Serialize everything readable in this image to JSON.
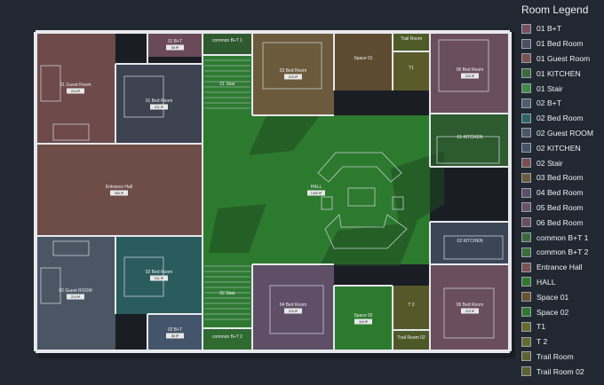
{
  "legend": {
    "title": "Room Legend",
    "items": [
      {
        "label": "01 B+T",
        "color": "#7a4e5e"
      },
      {
        "label": "01 Bed Room",
        "color": "#4a5062"
      },
      {
        "label": "01 Guest Room",
        "color": "#7a5050"
      },
      {
        "label": "01 KITCHEN",
        "color": "#3c6a3a"
      },
      {
        "label": "01 Stair",
        "color": "#3f8a44"
      },
      {
        "label": "02 B+T",
        "color": "#4d5e72"
      },
      {
        "label": "02 Bed Room",
        "color": "#2e6466"
      },
      {
        "label": "02 Guest ROOM",
        "color": "#4c5868"
      },
      {
        "label": "02 KITCHEN",
        "color": "#45546a"
      },
      {
        "label": "02 Stair",
        "color": "#7a4f52"
      },
      {
        "label": "03 Bed Room",
        "color": "#6b5a3c"
      },
      {
        "label": "04 Bed Room",
        "color": "#5e4e66"
      },
      {
        "label": "05 Bed Room",
        "color": "#6a5068"
      },
      {
        "label": "06 Bed Room",
        "color": "#6a4e5e"
      },
      {
        "label": "common B+T 1",
        "color": "#3d6a3d"
      },
      {
        "label": "common B+T 2",
        "color": "#3a6e3a"
      },
      {
        "label": "Entrance Hall",
        "color": "#7a5450"
      },
      {
        "label": "HALL",
        "color": "#2f7a30"
      },
      {
        "label": "Space 01",
        "color": "#6b5230"
      },
      {
        "label": "Space 02",
        "color": "#2f7a30"
      },
      {
        "label": "T1",
        "color": "#6a6a2a"
      },
      {
        "label": "T 2",
        "color": "#676a2e"
      },
      {
        "label": "Trail Room",
        "color": "#5e6230"
      },
      {
        "label": "Trail Room 02",
        "color": "#5a6230"
      }
    ]
  },
  "plan": {
    "rooms": [
      {
        "label": "01 B+T",
        "area": "56 ft²",
        "fill": "#6a4a58"
      },
      {
        "label": "common B+T 1",
        "area": "",
        "fill": "#2f5a30"
      },
      {
        "label": "01 Stair",
        "area": "",
        "fill": "#2e7a33"
      },
      {
        "label": "03 Bed Room",
        "area": "210 ft²",
        "fill": "#6b5a3c"
      },
      {
        "label": "Space 01",
        "area": "",
        "fill": "#5e4a30"
      },
      {
        "label": "Trail Room",
        "area": "",
        "fill": "#4e5a28"
      },
      {
        "label": "T1",
        "area": "",
        "fill": "#5a5a2a"
      },
      {
        "label": "06 Bed Room",
        "area": "210 ft²",
        "fill": "#6a4e5e"
      },
      {
        "label": "01 Guest Room",
        "area": "214 ft²",
        "fill": "#6e4a4a"
      },
      {
        "label": "01 Bed Room",
        "area": "211 ft²",
        "fill": "#3c4250"
      },
      {
        "label": "01 KITCHEN",
        "area": "",
        "fill": "#2d5a2e"
      },
      {
        "label": "Entrance Hall",
        "area": "400 ft²",
        "fill": "#6e4c48"
      },
      {
        "label": "HALL",
        "area": "1400 ft²",
        "fill": "#2c7a2e"
      },
      {
        "label": "02 KITCHEN",
        "area": "",
        "fill": "#3a4656"
      },
      {
        "label": "02 Guest ROOM",
        "area": "214 ft²",
        "fill": "#4a5664"
      },
      {
        "label": "02 Bed Room",
        "area": "211 ft²",
        "fill": "#2a5c5e"
      },
      {
        "label": "02 Stair",
        "area": "",
        "fill": "#2e7a33"
      },
      {
        "label": "04 Bed Room",
        "area": "210 ft²",
        "fill": "#5e4e66"
      },
      {
        "label": "Space 02",
        "area": "116 ft²",
        "fill": "#2c7a2e"
      },
      {
        "label": "T 2",
        "area": "",
        "fill": "#56582a"
      },
      {
        "label": "Trail Room 02",
        "area": "",
        "fill": "#4c5828"
      },
      {
        "label": "06 Bed Room",
        "area": "210 ft²",
        "fill": "#6a4e5e"
      },
      {
        "label": "02 B+T",
        "area": "56 ft²",
        "fill": "#44546a"
      },
      {
        "label": "common B+T 2",
        "area": "",
        "fill": "#2f6a30"
      }
    ]
  }
}
